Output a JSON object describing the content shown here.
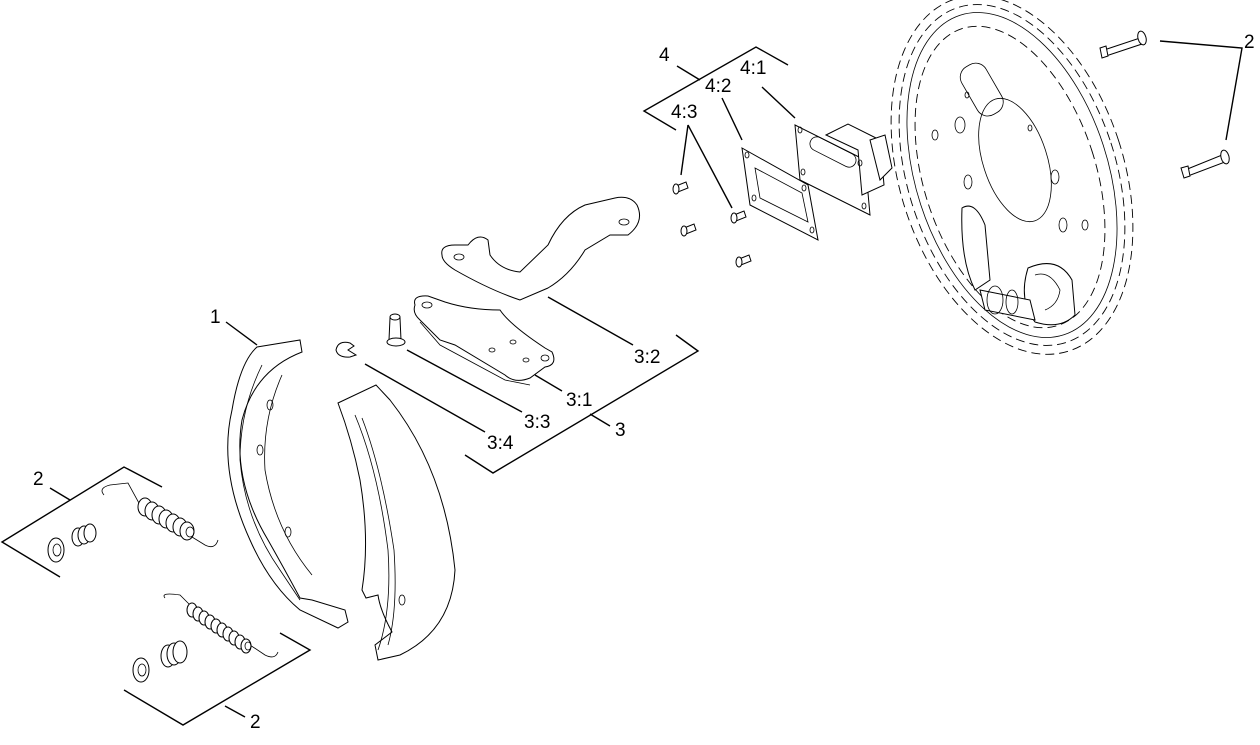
{
  "diagram": {
    "type": "exploded parts view",
    "subject": "drum brake assembly",
    "background": "#ffffff",
    "line_color": "#000000"
  },
  "callouts": [
    {
      "id": "c1",
      "label": "1",
      "part": "brake-shoe"
    },
    {
      "id": "c2a",
      "label": "2",
      "part": "hold-down-spring-kit-upper"
    },
    {
      "id": "c2b",
      "label": "2",
      "part": "hold-down-spring-kit-lower"
    },
    {
      "id": "c2c",
      "label": "2",
      "part": "hold-down-pins"
    },
    {
      "id": "c3",
      "label": "3",
      "part": "parking-lever-kit"
    },
    {
      "id": "c31",
      "label": "3:1",
      "part": "lever-plate"
    },
    {
      "id": "c32",
      "label": "3:2",
      "part": "strut-lever"
    },
    {
      "id": "c33",
      "label": "3:3",
      "part": "pivot-pin"
    },
    {
      "id": "c34",
      "label": "3:4",
      "part": "e-clip"
    },
    {
      "id": "c4",
      "label": "4",
      "part": "cover-plate-kit"
    },
    {
      "id": "c41",
      "label": "4:1",
      "part": "cable-housing-plate"
    },
    {
      "id": "c42",
      "label": "4:2",
      "part": "gasket"
    },
    {
      "id": "c43",
      "label": "4:3",
      "part": "screws"
    }
  ]
}
